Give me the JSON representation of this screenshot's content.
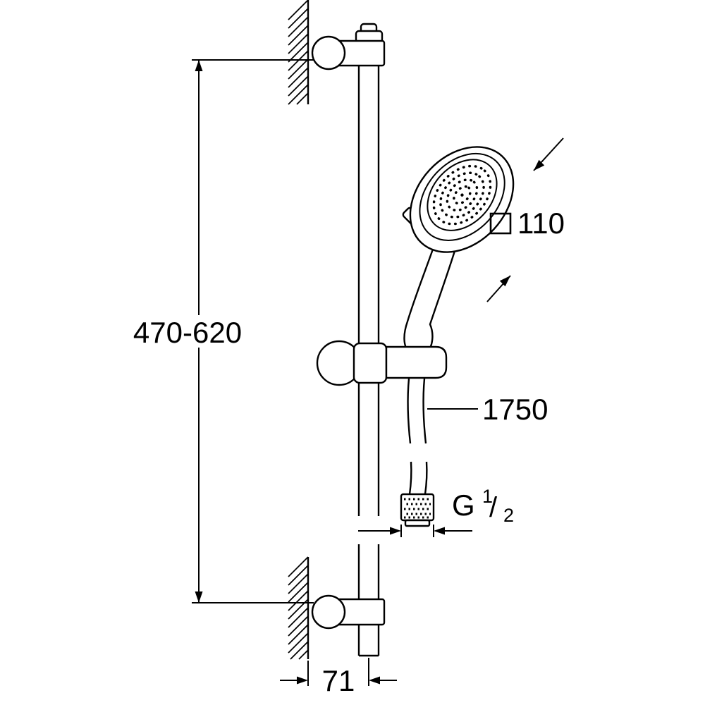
{
  "dimensions": {
    "rail_mounting_height": "470-620",
    "head_width": "110",
    "hose_length": "1750",
    "thread": {
      "letter": "G",
      "numerator": "1",
      "slash": "/",
      "denominator": "2"
    },
    "wall_offset": "71"
  },
  "colors": {
    "line": "#000000",
    "background": "#ffffff"
  }
}
